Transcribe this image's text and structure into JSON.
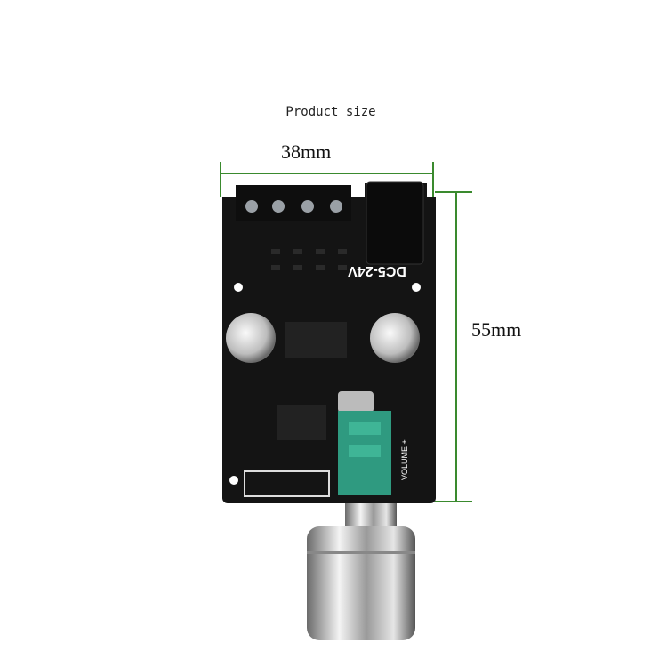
{
  "title": "Product size",
  "dimensions": {
    "width_label": "38mm",
    "height_label": "55mm",
    "line_color": "#3a8a2e"
  },
  "board": {
    "color": "#141414",
    "labels": {
      "voltage": "DC5-24V",
      "volume": "VOLUME +"
    }
  }
}
